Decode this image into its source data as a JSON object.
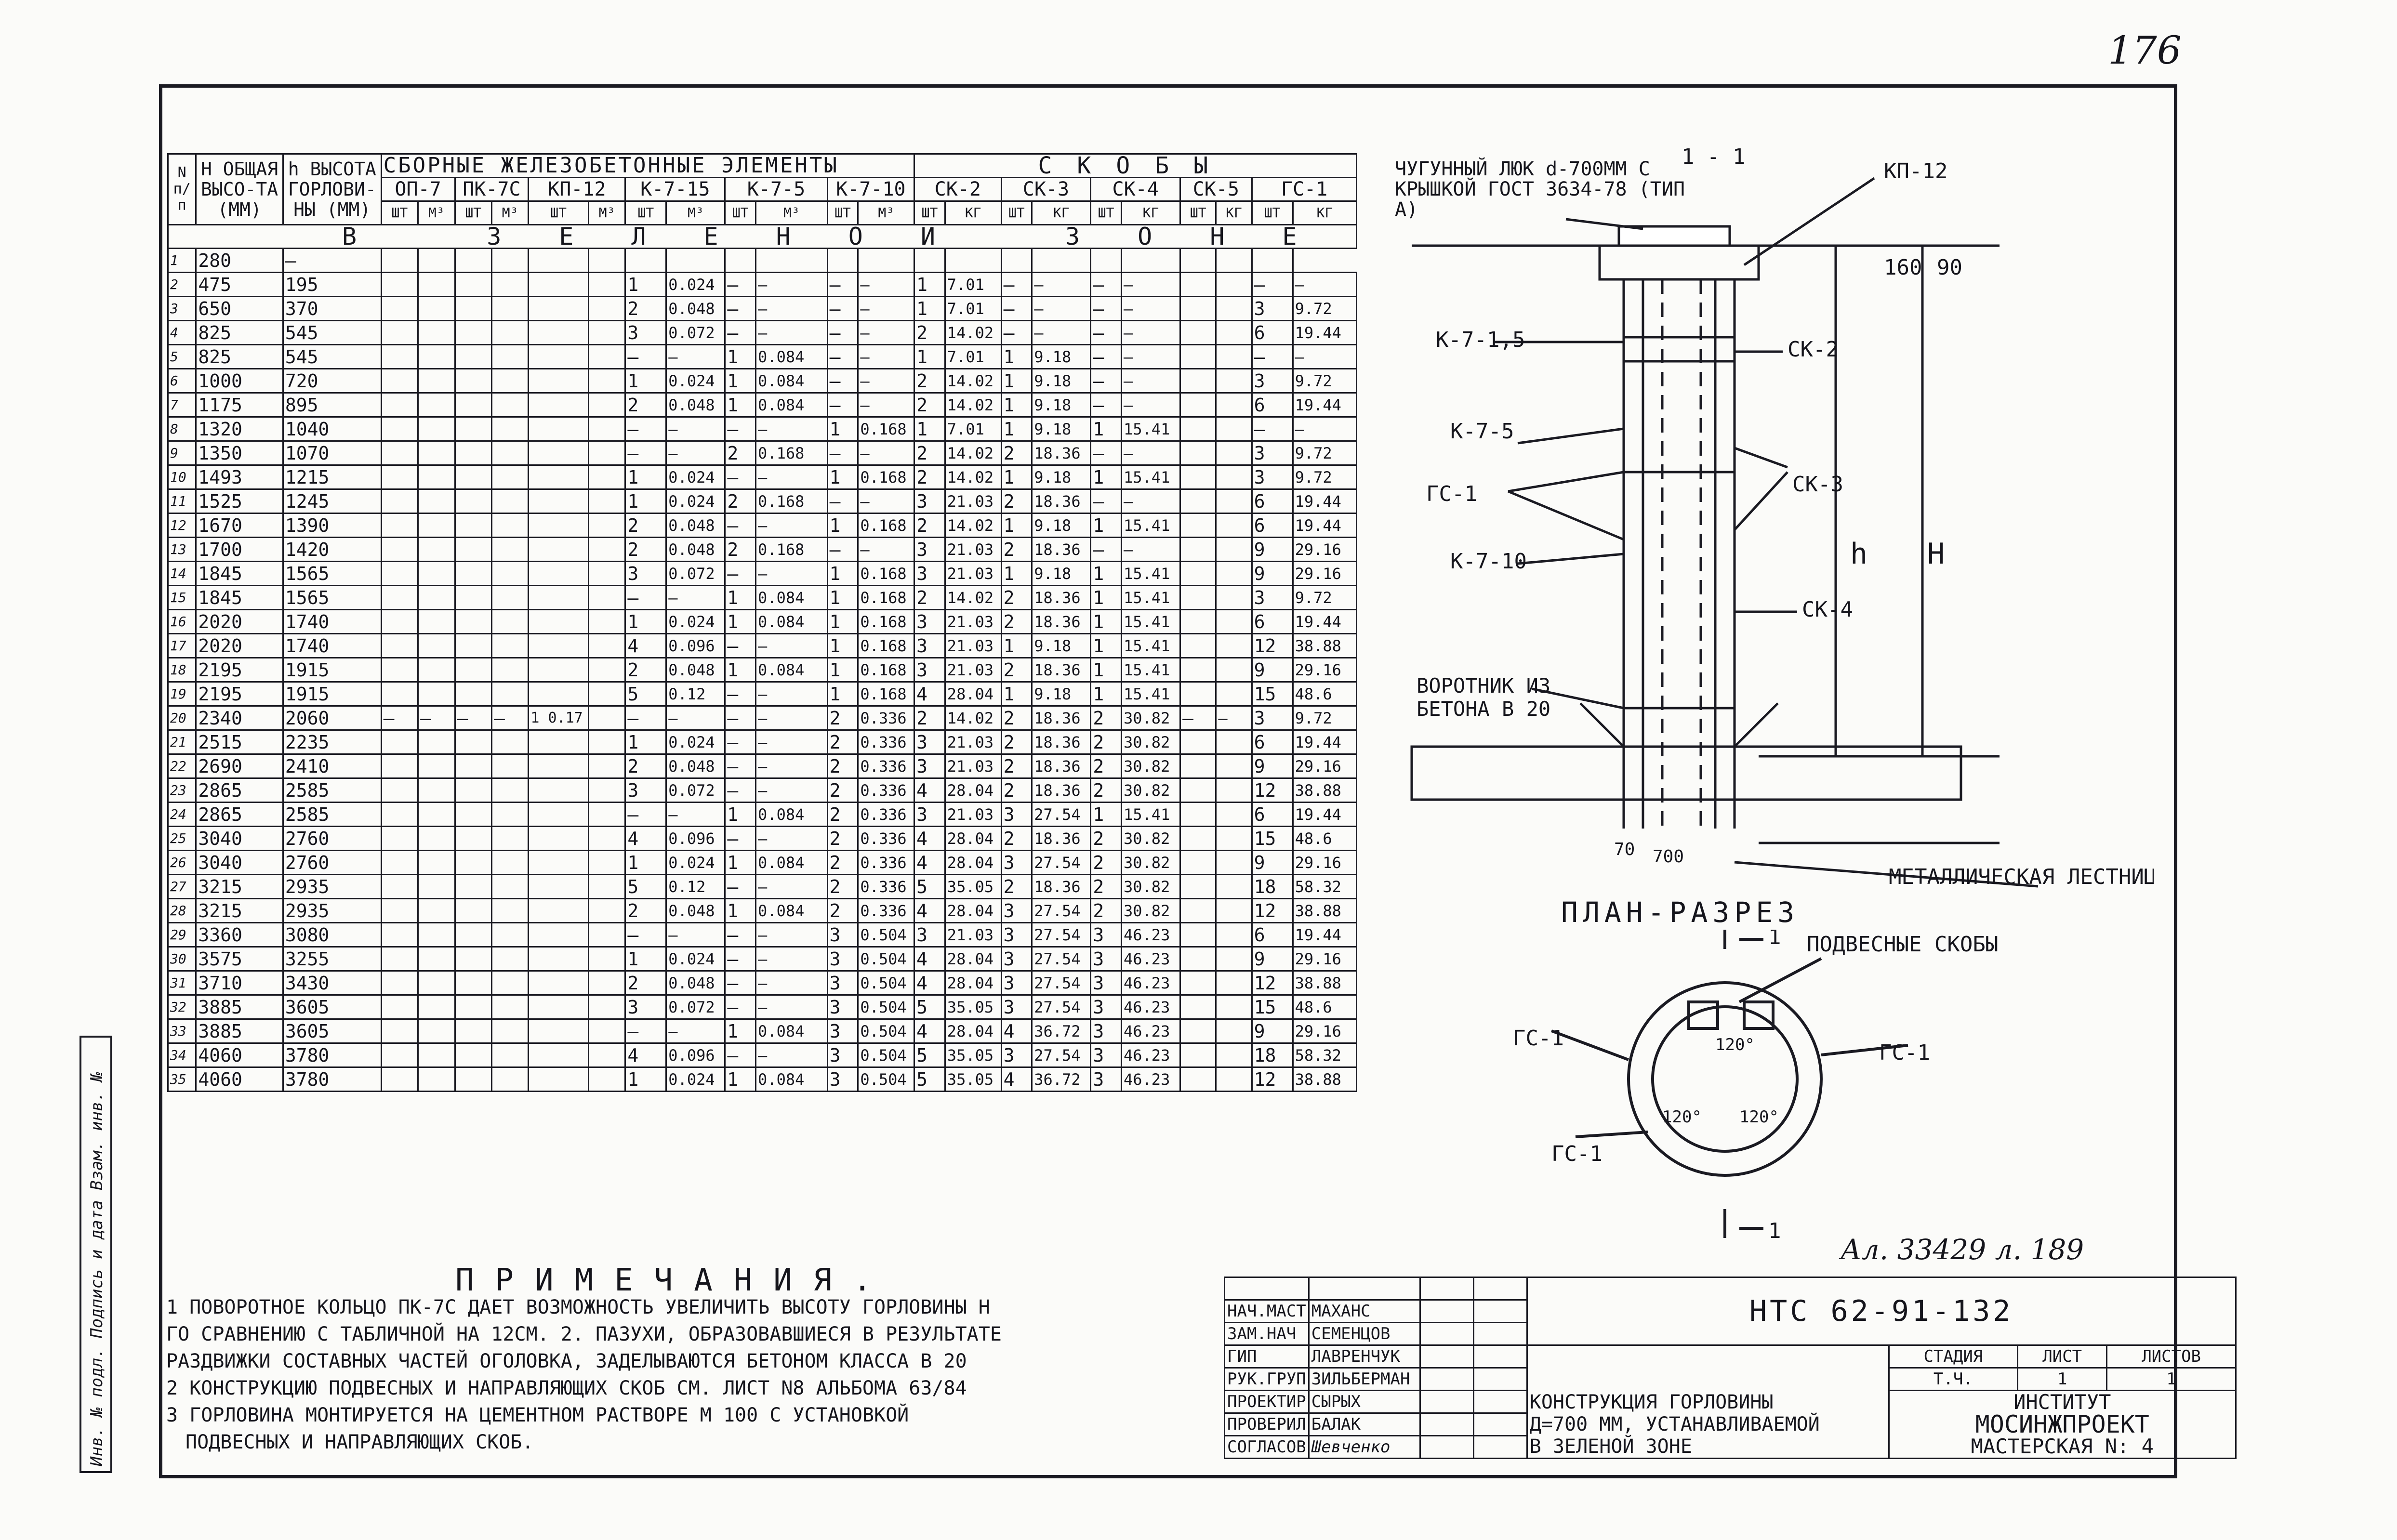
{
  "page_number": "176",
  "table": {
    "group_title_elements": "СБОРНЫЕ ЖЕЛЕЗОБЕТОННЫЕ ЭЛЕМЕНТЫ",
    "group_title_brackets": "СКОБЫ",
    "col_num": "N п/п",
    "col_H": "H ОБЩАЯ ВЫСО-ТА (ММ)",
    "col_h": "h ВЫСОТА ГОРЛОВИ-НЫ (ММ)",
    "element_cols": [
      "ОП-7",
      "ПК-7С",
      "КП-12",
      "К-7-15",
      "К-7-5",
      "К-7-10",
      "СК-2",
      "СК-3",
      "СК-4",
      "СК-5",
      "ГС-1"
    ],
    "unit_labels": [
      "ШТ",
      "М³",
      "ШТ",
      "М³",
      "ШТ",
      "М³",
      "ШТ",
      "М³",
      "ШТ",
      "М³",
      "ШТ",
      "М³",
      "ШТ",
      "КГ",
      "ШТ",
      "КГ",
      "ШТ",
      "КГ",
      "ШТ",
      "КГ",
      "ШТ",
      "КГ"
    ],
    "zone_title": "В ЗЕЛЕНОЙ ЗОНЕ",
    "merged_note": "1 0.17",
    "rows": [
      [
        "1",
        "280",
        "—",
        "",
        "",
        "",
        "",
        "",
        "",
        "",
        "",
        "",
        "",
        "",
        "",
        "",
        "",
        "",
        "",
        "",
        "",
        "",
        "",
        ""
      ],
      [
        "2",
        "475",
        "195",
        "",
        "",
        "",
        "",
        "",
        "",
        "1",
        "0.024",
        "—",
        "—",
        "—",
        "—",
        "1",
        "7.01",
        "—",
        "—",
        "—",
        "—",
        "",
        "",
        "—",
        "—"
      ],
      [
        "3",
        "650",
        "370",
        "",
        "",
        "",
        "",
        "",
        "",
        "2",
        "0.048",
        "—",
        "—",
        "—",
        "—",
        "1",
        "7.01",
        "—",
        "—",
        "—",
        "—",
        "",
        "",
        "3",
        "9.72"
      ],
      [
        "4",
        "825",
        "545",
        "",
        "",
        "",
        "",
        "",
        "",
        "3",
        "0.072",
        "—",
        "—",
        "—",
        "—",
        "2",
        "14.02",
        "—",
        "—",
        "—",
        "—",
        "",
        "",
        "6",
        "19.44"
      ],
      [
        "5",
        "825",
        "545",
        "",
        "",
        "",
        "",
        "",
        "",
        "—",
        "—",
        "1",
        "0.084",
        "—",
        "—",
        "1",
        "7.01",
        "1",
        "9.18",
        "—",
        "—",
        "",
        "",
        "—",
        "—"
      ],
      [
        "6",
        "1000",
        "720",
        "",
        "",
        "",
        "",
        "",
        "",
        "1",
        "0.024",
        "1",
        "0.084",
        "—",
        "—",
        "2",
        "14.02",
        "1",
        "9.18",
        "—",
        "—",
        "",
        "",
        "3",
        "9.72"
      ],
      [
        "7",
        "1175",
        "895",
        "",
        "",
        "",
        "",
        "",
        "",
        "2",
        "0.048",
        "1",
        "0.084",
        "—",
        "—",
        "2",
        "14.02",
        "1",
        "9.18",
        "—",
        "—",
        "",
        "",
        "6",
        "19.44"
      ],
      [
        "8",
        "1320",
        "1040",
        "",
        "",
        "",
        "",
        "",
        "",
        "—",
        "—",
        "—",
        "—",
        "1",
        "0.168",
        "1",
        "7.01",
        "1",
        "9.18",
        "1",
        "15.41",
        "",
        "",
        "—",
        "—"
      ],
      [
        "9",
        "1350",
        "1070",
        "",
        "",
        "",
        "",
        "",
        "",
        "—",
        "—",
        "2",
        "0.168",
        "—",
        "—",
        "2",
        "14.02",
        "2",
        "18.36",
        "—",
        "—",
        "",
        "",
        "3",
        "9.72"
      ],
      [
        "10",
        "1493",
        "1215",
        "",
        "",
        "",
        "",
        "",
        "",
        "1",
        "0.024",
        "—",
        "—",
        "1",
        "0.168",
        "2",
        "14.02",
        "1",
        "9.18",
        "1",
        "15.41",
        "",
        "",
        "3",
        "9.72"
      ],
      [
        "11",
        "1525",
        "1245",
        "",
        "",
        "",
        "",
        "",
        "",
        "1",
        "0.024",
        "2",
        "0.168",
        "—",
        "—",
        "3",
        "21.03",
        "2",
        "18.36",
        "—",
        "—",
        "",
        "",
        "6",
        "19.44"
      ],
      [
        "12",
        "1670",
        "1390",
        "",
        "",
        "",
        "",
        "",
        "",
        "2",
        "0.048",
        "—",
        "—",
        "1",
        "0.168",
        "2",
        "14.02",
        "1",
        "9.18",
        "1",
        "15.41",
        "",
        "",
        "6",
        "19.44"
      ],
      [
        "13",
        "1700",
        "1420",
        "",
        "",
        "",
        "",
        "",
        "",
        "2",
        "0.048",
        "2",
        "0.168",
        "—",
        "—",
        "3",
        "21.03",
        "2",
        "18.36",
        "—",
        "—",
        "",
        "",
        "9",
        "29.16"
      ],
      [
        "14",
        "1845",
        "1565",
        "",
        "",
        "",
        "",
        "",
        "",
        "3",
        "0.072",
        "—",
        "—",
        "1",
        "0.168",
        "3",
        "21.03",
        "1",
        "9.18",
        "1",
        "15.41",
        "",
        "",
        "9",
        "29.16"
      ],
      [
        "15",
        "1845",
        "1565",
        "",
        "",
        "",
        "",
        "",
        "",
        "—",
        "—",
        "1",
        "0.084",
        "1",
        "0.168",
        "2",
        "14.02",
        "2",
        "18.36",
        "1",
        "15.41",
        "",
        "",
        "3",
        "9.72"
      ],
      [
        "16",
        "2020",
        "1740",
        "",
        "",
        "",
        "",
        "",
        "",
        "1",
        "0.024",
        "1",
        "0.084",
        "1",
        "0.168",
        "3",
        "21.03",
        "2",
        "18.36",
        "1",
        "15.41",
        "",
        "",
        "6",
        "19.44"
      ],
      [
        "17",
        "2020",
        "1740",
        "",
        "",
        "",
        "",
        "",
        "",
        "4",
        "0.096",
        "—",
        "—",
        "1",
        "0.168",
        "3",
        "21.03",
        "1",
        "9.18",
        "1",
        "15.41",
        "",
        "",
        "12",
        "38.88"
      ],
      [
        "18",
        "2195",
        "1915",
        "",
        "",
        "",
        "",
        "",
        "",
        "2",
        "0.048",
        "1",
        "0.084",
        "1",
        "0.168",
        "3",
        "21.03",
        "2",
        "18.36",
        "1",
        "15.41",
        "",
        "",
        "9",
        "29.16"
      ],
      [
        "19",
        "2195",
        "1915",
        "",
        "",
        "",
        "",
        "",
        "",
        "5",
        "0.12",
        "—",
        "—",
        "1",
        "0.168",
        "4",
        "28.04",
        "1",
        "9.18",
        "1",
        "15.41",
        "",
        "",
        "15",
        "48.6"
      ],
      [
        "20",
        "2340",
        "2060",
        "—",
        "—",
        "—",
        "—",
        "",
        "",
        "—",
        "—",
        "—",
        "—",
        "2",
        "0.336",
        "2",
        "14.02",
        "2",
        "18.36",
        "2",
        "30.82",
        "—",
        "—",
        "3",
        "9.72"
      ],
      [
        "21",
        "2515",
        "2235",
        "",
        "",
        "",
        "",
        "",
        "",
        "1",
        "0.024",
        "—",
        "—",
        "2",
        "0.336",
        "3",
        "21.03",
        "2",
        "18.36",
        "2",
        "30.82",
        "",
        "",
        "6",
        "19.44"
      ],
      [
        "22",
        "2690",
        "2410",
        "",
        "",
        "",
        "",
        "",
        "",
        "2",
        "0.048",
        "—",
        "—",
        "2",
        "0.336",
        "3",
        "21.03",
        "2",
        "18.36",
        "2",
        "30.82",
        "",
        "",
        "9",
        "29.16"
      ],
      [
        "23",
        "2865",
        "2585",
        "",
        "",
        "",
        "",
        "",
        "",
        "3",
        "0.072",
        "—",
        "—",
        "2",
        "0.336",
        "4",
        "28.04",
        "2",
        "18.36",
        "2",
        "30.82",
        "",
        "",
        "12",
        "38.88"
      ],
      [
        "24",
        "2865",
        "2585",
        "",
        "",
        "",
        "",
        "",
        "",
        "—",
        "—",
        "1",
        "0.084",
        "2",
        "0.336",
        "3",
        "21.03",
        "3",
        "27.54",
        "1",
        "15.41",
        "",
        "",
        "6",
        "19.44"
      ],
      [
        "25",
        "3040",
        "2760",
        "",
        "",
        "",
        "",
        "",
        "",
        "4",
        "0.096",
        "—",
        "—",
        "2",
        "0.336",
        "4",
        "28.04",
        "2",
        "18.36",
        "2",
        "30.82",
        "",
        "",
        "15",
        "48.6"
      ],
      [
        "26",
        "3040",
        "2760",
        "",
        "",
        "",
        "",
        "",
        "",
        "1",
        "0.024",
        "1",
        "0.084",
        "2",
        "0.336",
        "4",
        "28.04",
        "3",
        "27.54",
        "2",
        "30.82",
        "",
        "",
        "9",
        "29.16"
      ],
      [
        "27",
        "3215",
        "2935",
        "",
        "",
        "",
        "",
        "",
        "",
        "5",
        "0.12",
        "—",
        "—",
        "2",
        "0.336",
        "5",
        "35.05",
        "2",
        "18.36",
        "2",
        "30.82",
        "",
        "",
        "18",
        "58.32"
      ],
      [
        "28",
        "3215",
        "2935",
        "",
        "",
        "",
        "",
        "",
        "",
        "2",
        "0.048",
        "1",
        "0.084",
        "2",
        "0.336",
        "4",
        "28.04",
        "3",
        "27.54",
        "2",
        "30.82",
        "",
        "",
        "12",
        "38.88"
      ],
      [
        "29",
        "3360",
        "3080",
        "",
        "",
        "",
        "",
        "",
        "",
        "—",
        "—",
        "—",
        "—",
        "3",
        "0.504",
        "3",
        "21.03",
        "3",
        "27.54",
        "3",
        "46.23",
        "",
        "",
        "6",
        "19.44"
      ],
      [
        "30",
        "3575",
        "3255",
        "",
        "",
        "",
        "",
        "",
        "",
        "1",
        "0.024",
        "—",
        "—",
        "3",
        "0.504",
        "4",
        "28.04",
        "3",
        "27.54",
        "3",
        "46.23",
        "",
        "",
        "9",
        "29.16"
      ],
      [
        "31",
        "3710",
        "3430",
        "",
        "",
        "",
        "",
        "",
        "",
        "2",
        "0.048",
        "—",
        "—",
        "3",
        "0.504",
        "4",
        "28.04",
        "3",
        "27.54",
        "3",
        "46.23",
        "",
        "",
        "12",
        "38.88"
      ],
      [
        "32",
        "3885",
        "3605",
        "",
        "",
        "",
        "",
        "",
        "",
        "3",
        "0.072",
        "—",
        "—",
        "3",
        "0.504",
        "5",
        "35.05",
        "3",
        "27.54",
        "3",
        "46.23",
        "",
        "",
        "15",
        "48.6"
      ],
      [
        "33",
        "3885",
        "3605",
        "",
        "",
        "",
        "",
        "",
        "",
        "—",
        "—",
        "1",
        "0.084",
        "3",
        "0.504",
        "4",
        "28.04",
        "4",
        "36.72",
        "3",
        "46.23",
        "",
        "",
        "9",
        "29.16"
      ],
      [
        "34",
        "4060",
        "3780",
        "",
        "",
        "",
        "",
        "",
        "",
        "4",
        "0.096",
        "—",
        "—",
        "3",
        "0.504",
        "5",
        "35.05",
        "3",
        "27.54",
        "3",
        "46.23",
        "",
        "",
        "18",
        "58.32"
      ],
      [
        "35",
        "4060",
        "3780",
        "",
        "",
        "",
        "",
        "",
        "",
        "1",
        "0.024",
        "1",
        "0.084",
        "3",
        "0.504",
        "5",
        "35.05",
        "4",
        "36.72",
        "3",
        "46.23",
        "",
        "",
        "12",
        "38.88"
      ]
    ]
  },
  "drawing": {
    "section_label": "1 - 1",
    "hatch_title": "ЧУГУННЫЙ ЛЮК d-700ММ С КРЫШКОЙ ГОСТ 3634-78 (ТИП А)",
    "labels": {
      "kp12": "КП-12",
      "k715": "К-7-1,5",
      "k75": "К-7-5",
      "gs1": "ГС-1",
      "k710": "К-7-10",
      "ck2": "СК-2",
      "ck3": "СК-3",
      "ck4": "СК-4",
      "collar": "ВОРОТНИК ИЗ БЕТОНА В 20",
      "ladder": "МЕТАЛЛИЧЕСКАЯ ЛЕСТНИЦА",
      "dim_160": "160",
      "dim_90": "90",
      "dim_h": "h",
      "dim_H": "H",
      "dim_70": "70",
      "dim_700": "700"
    },
    "plan_title": "ПЛАН-РАЗРЕЗ",
    "plan_labels": {
      "suspended": "ПОДВЕСНЫЕ СКОБЫ",
      "gs1_left": "ГС-1",
      "gs1_right": "ГС-1",
      "gs1_bottom": "ГС-1",
      "angle_top": "120°",
      "angle_left": "120°",
      "angle_right": "120°",
      "cut_top": "1",
      "cut_bottom": "1"
    }
  },
  "notes": {
    "title": "ПРИМЕЧАНИЯ.",
    "lines": [
      "1 ПОВОРОТНОЕ КОЛЬЦО ПК-7С ДАЕТ ВОЗМОЖНОСТЬ УВЕЛИЧИТЬ ВЫСОТУ ГОРЛОВИНЫ Н",
      "ГО СРАВНЕНИЮ С ТАБЛИЧНОЙ НА 12СМ. 2. ПАЗУХИ, ОБРАЗОВАВШИЕСЯ В РЕЗУЛЬТАТЕ",
      "РАЗДВИЖКИ СОСТАВНЫХ ЧАСТЕЙ ОГОЛОВКА, ЗАДЕЛЫВАЮТСЯ БЕТОНОМ КЛАССА В 20",
      "2 КОНСТРУКЦИЮ ПОДВЕСНЫХ И НАПРАВЛЯЮЩИХ СКОБ СМ. ЛИСТ N8 АЛЬБОМА 63/84",
      "3 ГОРЛОВИНА МОНТИРУЕТСЯ НА ЦЕМЕНТНОМ РАСТВОРЕ М 100 С УСТАНОВКОЙ",
      "ПОДВЕСНЫХ И НАПРАВЛЯЮЩИХ СКОБ."
    ]
  },
  "archive_note": "Ал. 33429 л. 189",
  "stamp": {
    "doc_code": "НТС 62-91-132",
    "roles": [
      {
        "role": "НАЧ.МАСТ",
        "name": "МАХАНС"
      },
      {
        "role": "ЗАМ.НАЧ",
        "name": "СЕМЕНЦОВ"
      },
      {
        "role": "ГИП",
        "name": "ЛАВРЕНЧУК"
      },
      {
        "role": "РУК.ГРУП",
        "name": "ЗИЛЬБЕРМАН"
      },
      {
        "role": "ПРОЕКТИР",
        "name": "СЫРЫХ"
      },
      {
        "role": "ПРОВЕРИЛ",
        "name": "БАЛАК"
      },
      {
        "role": "СОГЛАСОВ",
        "name": "Шевченко"
      }
    ],
    "title_lines": [
      "КОНСТРУКЦИЯ ГОРЛОВИНЫ",
      "Д=700 ММ, УСТАНАВЛИВАЕМОЙ",
      "В ЗЕЛЕНОЙ ЗОНЕ"
    ],
    "stage_header": "СТАДИЯ",
    "sheet_header": "ЛИСТ",
    "sheets_header": "ЛИСТОВ",
    "stage_val": "Т.Ч.",
    "sheet_val": "1",
    "sheets_val": "1",
    "org_lines": [
      "ИНСТИТУТ",
      "МОСИНЖПРОЕКТ",
      "МАСТЕРСКАЯ N: 4"
    ]
  },
  "side_stamp": "Инв. № подл. Подпись и дата Взам. инв. №"
}
